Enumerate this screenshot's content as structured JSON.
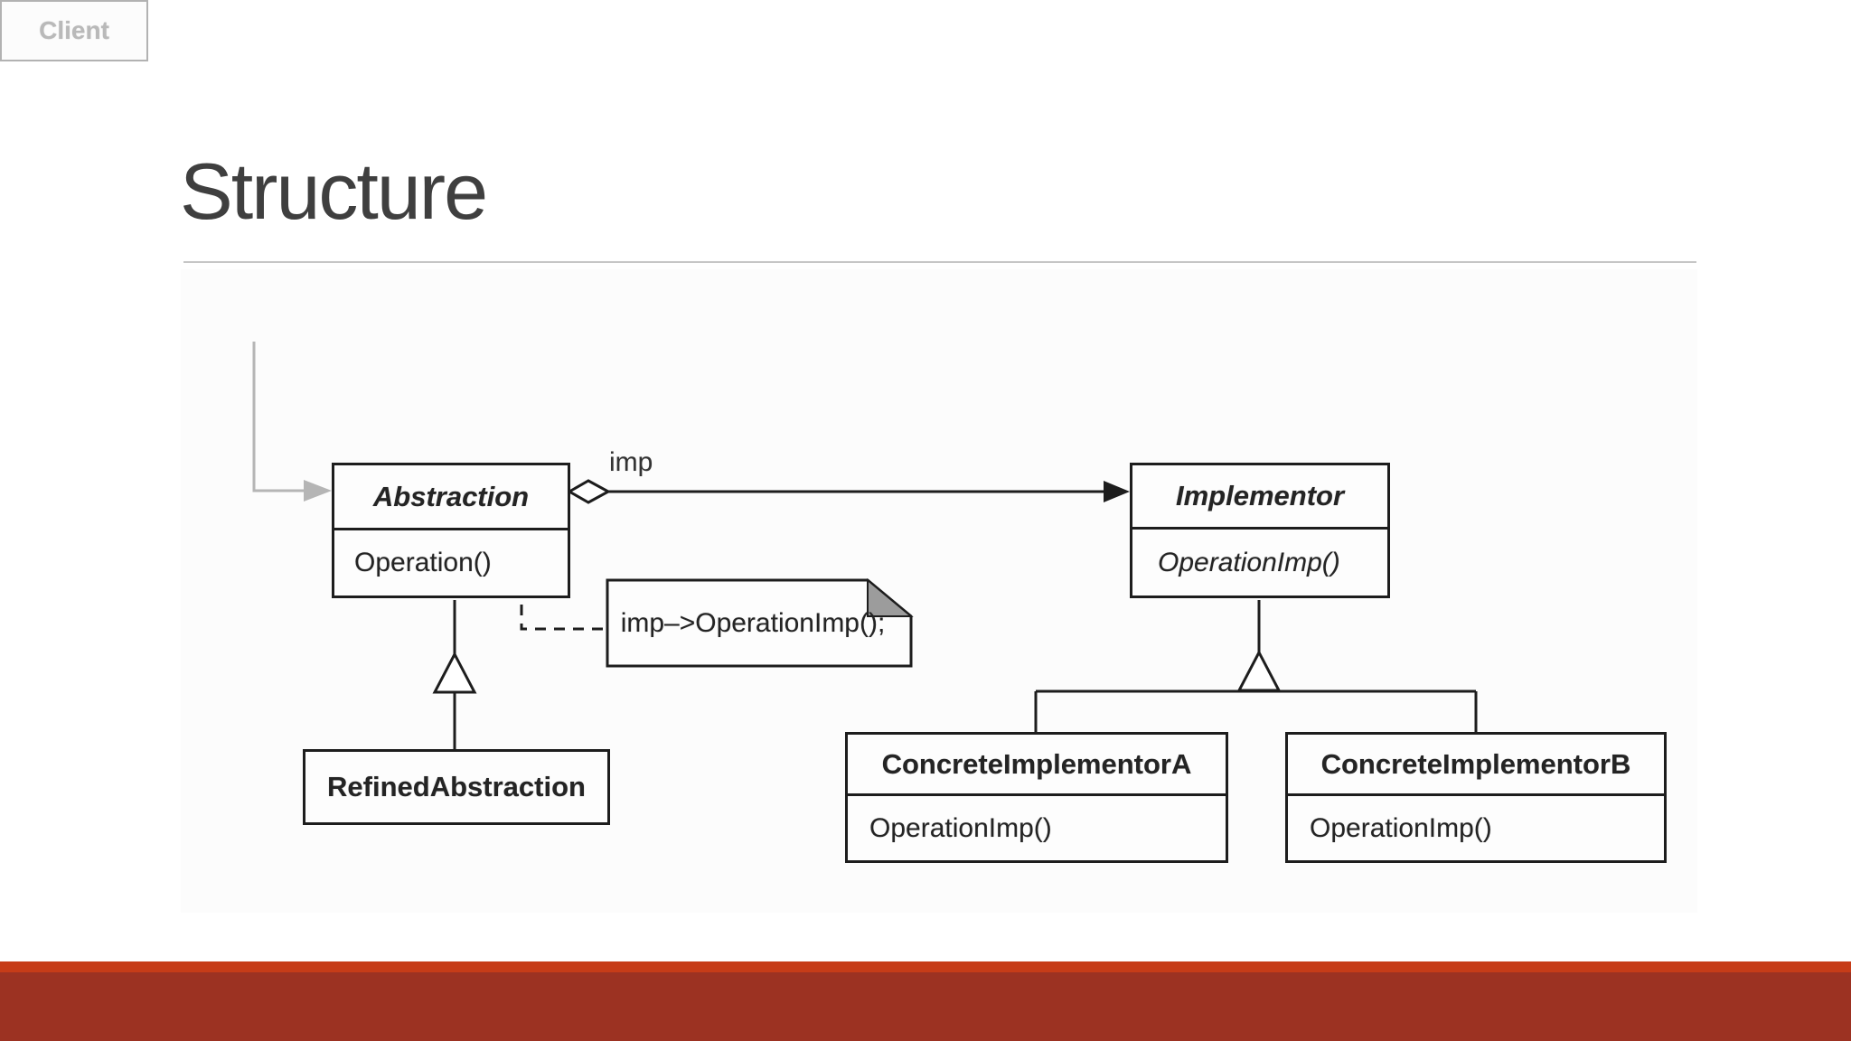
{
  "slide": {
    "title": "Structure"
  },
  "colors": {
    "title_ink": "#3f3f3f",
    "divider": "#c6c6c6",
    "ink": "#1d1d1d",
    "muted_gray": "#b5b5b5",
    "note_fold_gray": "#9c9c9c",
    "accent_strip": "#c63c18",
    "accent_bar": "#9c3222"
  },
  "diagram": {
    "client": {
      "name": "Client"
    },
    "abstraction": {
      "name": "Abstraction",
      "operation": "Operation()"
    },
    "implementor": {
      "name": "Implementor",
      "operation": "OperationImp()"
    },
    "refined_abstraction": {
      "name": "RefinedAbstraction"
    },
    "concrete_implementor_a": {
      "name": "ConcreteImplementorA",
      "operation": "OperationImp()"
    },
    "concrete_implementor_b": {
      "name": "ConcreteImplementorB",
      "operation": "OperationImp()"
    },
    "note": {
      "code": "imp–>OperationImp();"
    },
    "association_label": "imp"
  }
}
